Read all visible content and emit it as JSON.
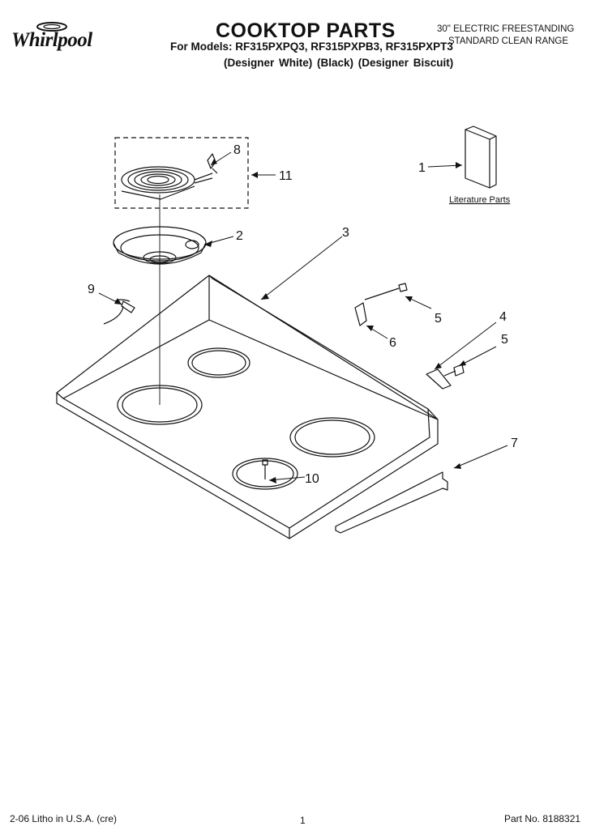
{
  "header": {
    "brand": "Whirlpool",
    "title": "COOKTOP PARTS",
    "models": "For Models: RF315PXPQ3, RF315PXPB3, RF315PXPT3",
    "variants": "(Designer White)   (Black)   (Designer Biscuit)",
    "range_line1": "30\" ELECTRIC FREESTANDING",
    "range_line2": "STANDARD CLEAN RANGE"
  },
  "diagram": {
    "literature_label": "Literature Parts",
    "callouts": {
      "p1": "1",
      "p2": "2",
      "p3": "3",
      "p4": "4",
      "p5a": "5",
      "p5b": "5",
      "p6": "6",
      "p7": "7",
      "p8": "8",
      "p9": "9",
      "p10": "10",
      "p11": "11"
    }
  },
  "footer": {
    "litho": "2-06 Litho in U.S.A. (cre)",
    "page_number": "1",
    "part_number": "Part No. 8188321"
  }
}
